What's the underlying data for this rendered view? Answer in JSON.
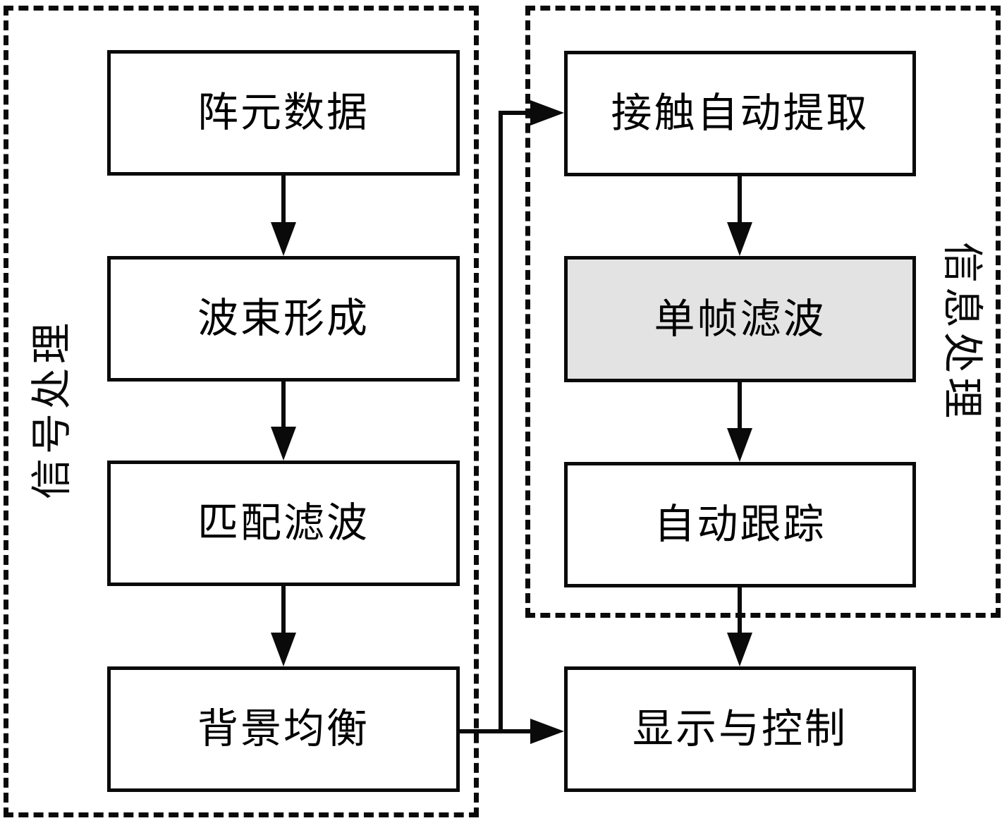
{
  "diagram": {
    "title": "sonar-processing-flowchart",
    "groups": [
      {
        "id": "signal-processing",
        "label": "信号处理",
        "side": "left"
      },
      {
        "id": "information-processing",
        "label": "信息处理",
        "side": "right"
      }
    ],
    "nodes": [
      {
        "id": "array-data",
        "label": "阵元数据",
        "group": "signal-processing",
        "highlighted": false
      },
      {
        "id": "beamforming",
        "label": "波束形成",
        "group": "signal-processing",
        "highlighted": false
      },
      {
        "id": "matched-filter",
        "label": "匹配滤波",
        "group": "signal-processing",
        "highlighted": false
      },
      {
        "id": "background-eq",
        "label": "背景均衡",
        "group": "signal-processing",
        "highlighted": false
      },
      {
        "id": "contact-extract",
        "label": "接触自动提取",
        "group": "information-processing",
        "highlighted": false
      },
      {
        "id": "single-frame-filter",
        "label": "单帧滤波",
        "group": "information-processing",
        "highlighted": true
      },
      {
        "id": "auto-track",
        "label": "自动跟踪",
        "group": "information-processing",
        "highlighted": false
      },
      {
        "id": "display-control",
        "label": "显示与控制",
        "group": "none",
        "highlighted": false
      }
    ],
    "edges": [
      {
        "from": "array-data",
        "to": "beamforming"
      },
      {
        "from": "beamforming",
        "to": "matched-filter"
      },
      {
        "from": "matched-filter",
        "to": "background-eq"
      },
      {
        "from": "background-eq",
        "to": "display-control"
      },
      {
        "from": "background-eq",
        "to": "contact-extract"
      },
      {
        "from": "contact-extract",
        "to": "single-frame-filter"
      },
      {
        "from": "single-frame-filter",
        "to": "auto-track"
      },
      {
        "from": "auto-track",
        "to": "display-control"
      }
    ],
    "colors": {
      "line": "#0a0a0a",
      "node_fill": "#ffffff",
      "highlight_fill": "#e3e3e3",
      "background": "#ffffff"
    }
  }
}
